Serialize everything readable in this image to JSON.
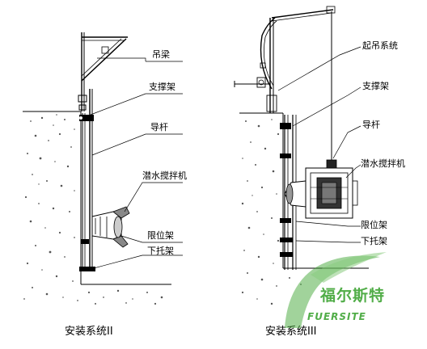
{
  "left_diagram": {
    "caption": "安装系统II",
    "labels": {
      "beam": "吊梁",
      "support": "支撑架",
      "guide_rod": "导杆",
      "mixer": "潜水搅拌机",
      "limit_frame": "限位架",
      "lower_bracket": "下托架"
    }
  },
  "right_diagram": {
    "caption": "安装系统III",
    "labels": {
      "hoist": "起吊系统",
      "support": "支撑架",
      "guide_rod": "导杆",
      "mixer": "潜水搅拌机",
      "limit_frame": "限位架",
      "lower_bracket": "下托架"
    }
  },
  "watermark": {
    "name_cn": "福尔斯特",
    "name_en": "FUERSITE",
    "color": "#3fa535"
  }
}
